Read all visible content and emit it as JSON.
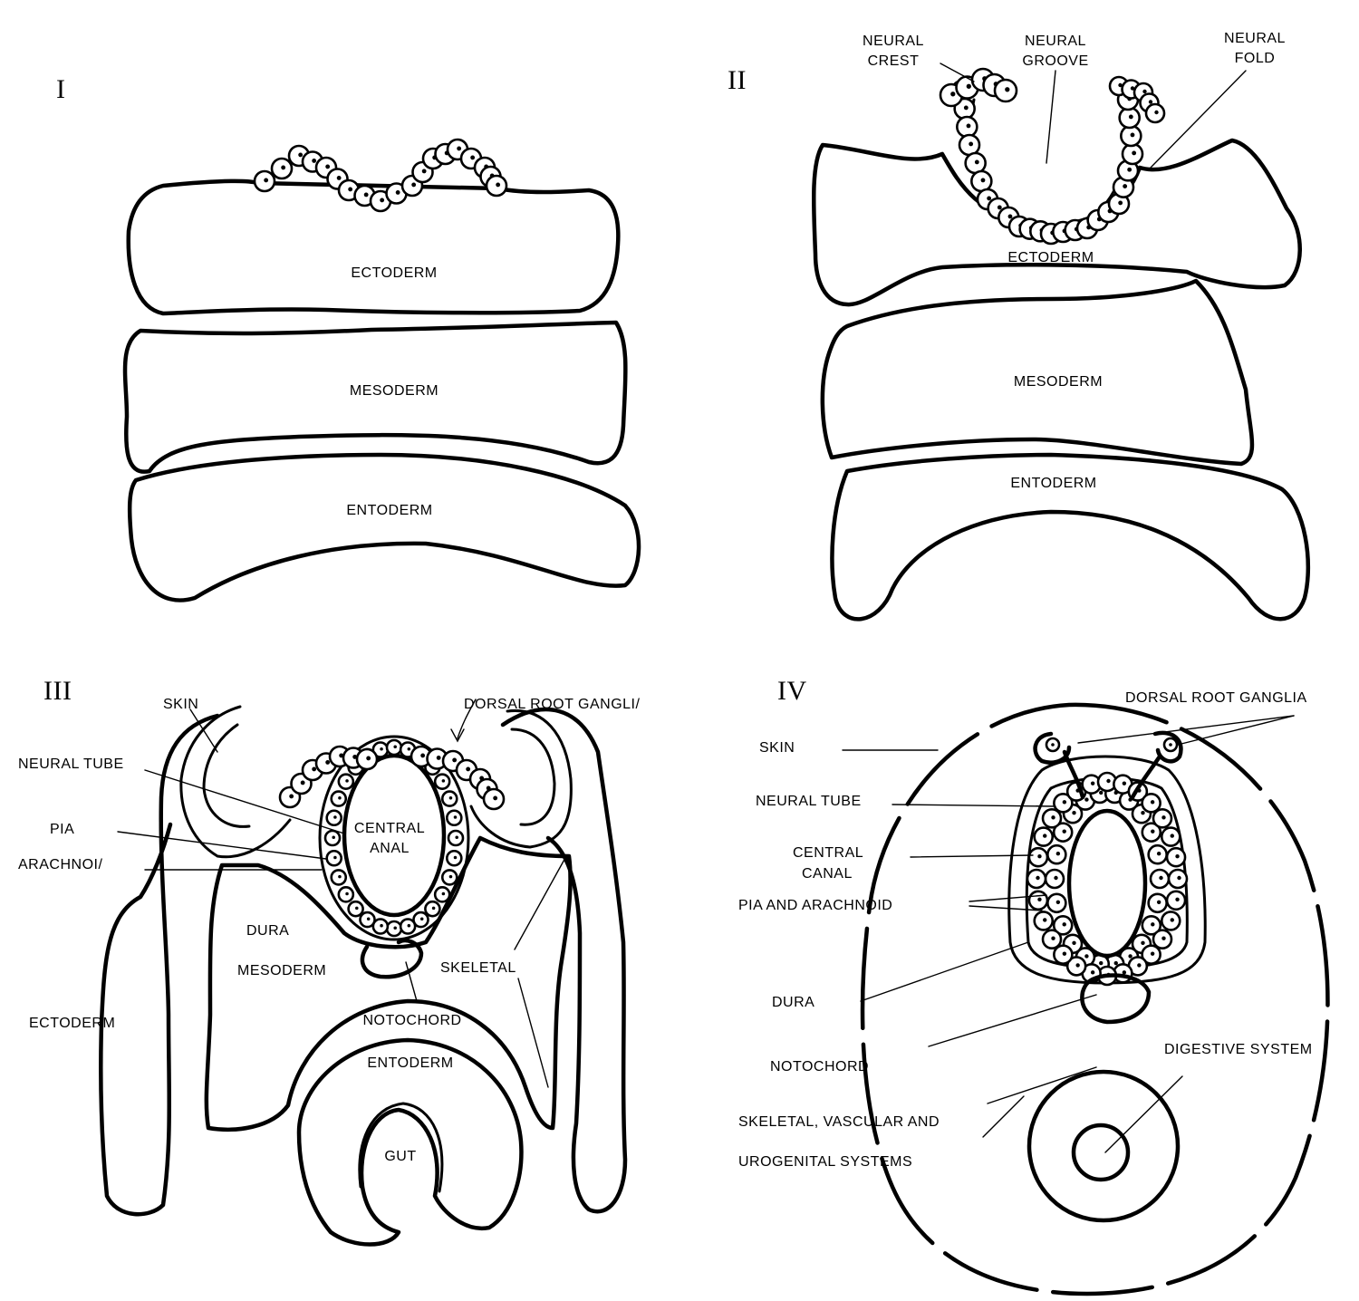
{
  "panels": {
    "p1": {
      "numeral": "I",
      "labels": {
        "ectoderm": "ECTODERM",
        "mesoderm": "MESODERM",
        "entoderm": "ENTODERM"
      }
    },
    "p2": {
      "numeral": "II",
      "labels": {
        "neural_crest_1": "NEURAL",
        "neural_crest_2": "CREST",
        "neural_groove_1": "NEURAL",
        "neural_groove_2": "GROOVE",
        "neural_fold_1": "NEURAL",
        "neural_fold_2": "FOLD",
        "ectoderm": "ECTODERM",
        "mesoderm": "MESODERM",
        "entoderm": "ENTODERM"
      }
    },
    "p3": {
      "numeral": "III",
      "labels": {
        "skin": "SKIN",
        "dorsal_root_ganglia": "DORSAL ROOT GANGLI/",
        "neural_tube": "NEURAL TUBE",
        "pia": "PIA",
        "arachnoid": "ARACHNOI/",
        "central_1": "CENTRAL",
        "central_2": "ANAL",
        "dura": "DURA",
        "mesoderm": "MESODERM",
        "skeletal": "SKELETAL",
        "ectoderm": "ECTODERM",
        "notochord": "NOTOCHORD",
        "entoderm": "ENTODERM",
        "gut": "GUT"
      }
    },
    "p4": {
      "numeral": "IV",
      "labels": {
        "dorsal_root_ganglia": "DORSAL ROOT GANGLIA",
        "skin": "SKIN",
        "neural_tube": "NEURAL TUBE",
        "central_1": "CENTRAL",
        "central_2": "CANAL",
        "pia_arachnoid": "PIA AND ARACHNOID",
        "dura": "DURA",
        "notochord": "NOTOCHORD",
        "digestive": "DIGESTIVE SYSTEM",
        "skeletal_1": "SKELETAL, VASCULAR AND",
        "skeletal_2": "UROGENITAL SYSTEMS"
      }
    }
  }
}
